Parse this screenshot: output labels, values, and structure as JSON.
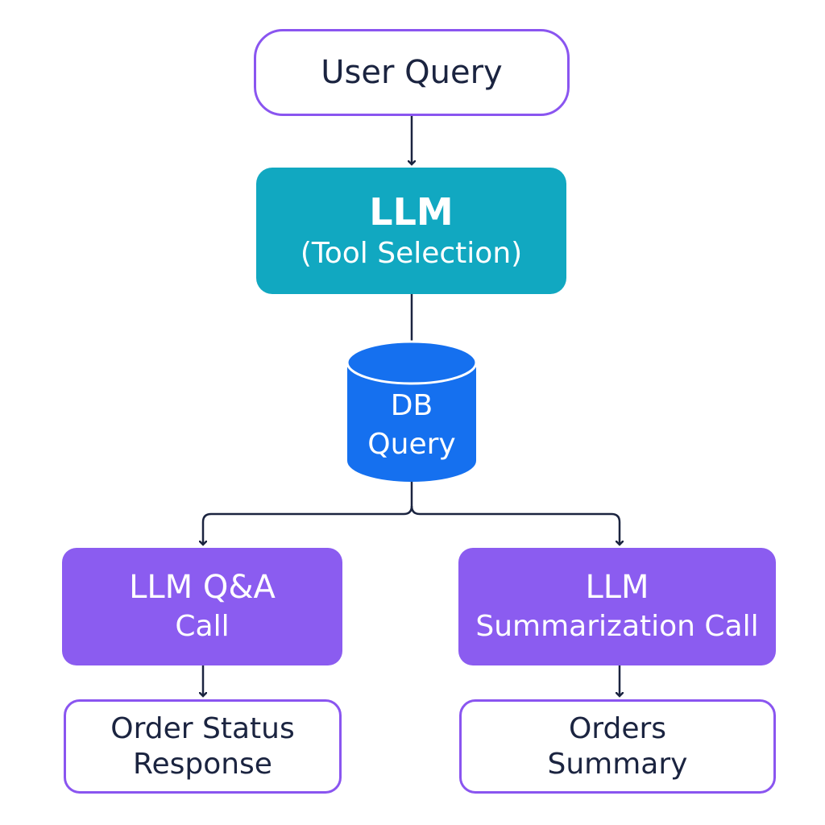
{
  "nodes": {
    "user_query": "User Query",
    "llm_tool": {
      "line1": "LLM",
      "line2": "(Tool Selection)"
    },
    "db_query": {
      "line1": "DB",
      "line2": "Query"
    },
    "llm_qa": {
      "line1": "LLM Q&A",
      "line2": "Call"
    },
    "llm_summarization": {
      "line1": "LLM",
      "line2": "Summarization Call"
    },
    "order_status": {
      "line1": "Order Status",
      "line2": "Response"
    },
    "orders_summary": {
      "line1": "Orders",
      "line2": "Summary"
    }
  },
  "colors": {
    "teal": "#11a8c1",
    "blue": "#1570ef",
    "purple": "#8b5cf0",
    "outline": "#8a55f0",
    "connector": "#1b2440"
  }
}
